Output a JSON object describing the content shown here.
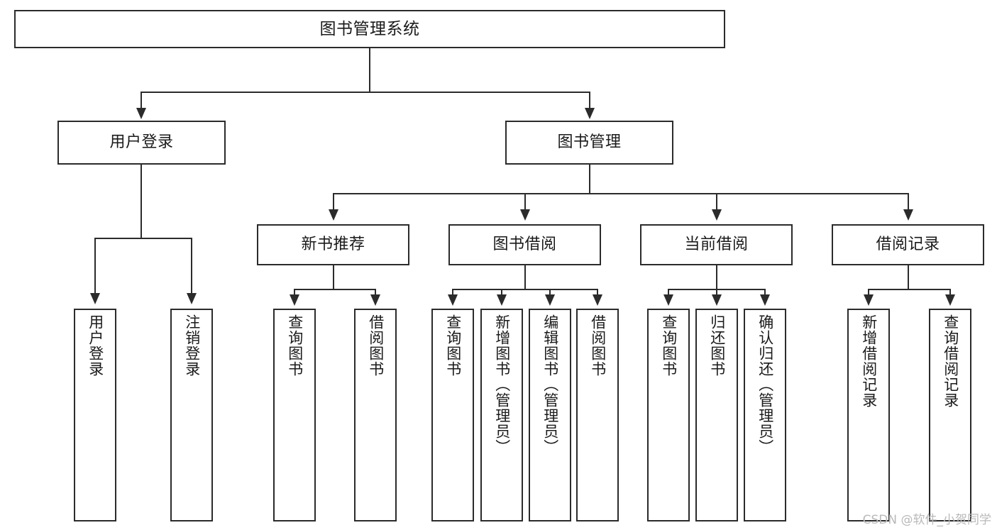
{
  "diagram": {
    "type": "tree-hierarchy",
    "title": "图书管理系统",
    "root": {
      "label": "图书管理系统"
    },
    "level1": [
      {
        "id": "user-login",
        "label": "用户登录"
      },
      {
        "id": "book-manage",
        "label": "图书管理"
      }
    ],
    "level2": [
      {
        "id": "new-book-recommend",
        "label": "新书推荐",
        "parent": "book-manage"
      },
      {
        "id": "book-borrow",
        "label": "图书借阅",
        "parent": "book-manage"
      },
      {
        "id": "current-borrow",
        "label": "当前借阅",
        "parent": "book-manage"
      },
      {
        "id": "borrow-record",
        "label": "借阅记录",
        "parent": "book-manage"
      }
    ],
    "leaves": {
      "user-login": [
        {
          "id": "leaf-user-login",
          "label": "用户登录"
        },
        {
          "id": "leaf-user-logout",
          "label": "注销登录"
        }
      ],
      "new-book-recommend": [
        {
          "id": "leaf-query-book-1",
          "label": "查询图书"
        },
        {
          "id": "leaf-borrow-book-1",
          "label": "借阅图书"
        }
      ],
      "book-borrow": [
        {
          "id": "leaf-query-book-2",
          "label": "查询图书"
        },
        {
          "id": "leaf-add-book",
          "label": "新增图书（管理员）"
        },
        {
          "id": "leaf-edit-book",
          "label": "编辑图书（管理员）"
        },
        {
          "id": "leaf-borrow-book-2",
          "label": "借阅图书"
        }
      ],
      "current-borrow": [
        {
          "id": "leaf-query-book-3",
          "label": "查询图书"
        },
        {
          "id": "leaf-return-book",
          "label": "归还图书"
        },
        {
          "id": "leaf-confirm-return",
          "label": "确认归还（管理员）"
        }
      ],
      "borrow-record": [
        {
          "id": "leaf-add-record",
          "label": "新增借阅记录"
        },
        {
          "id": "leaf-query-record",
          "label": "查询借阅记录"
        }
      ]
    }
  },
  "watermark": {
    "text": "CSDN @软件_小贺同学"
  },
  "colors": {
    "stroke": "#2b2b2b",
    "fill": "#ffffff",
    "text": "#1a1a1a",
    "watermark": "#b9b9b9"
  }
}
